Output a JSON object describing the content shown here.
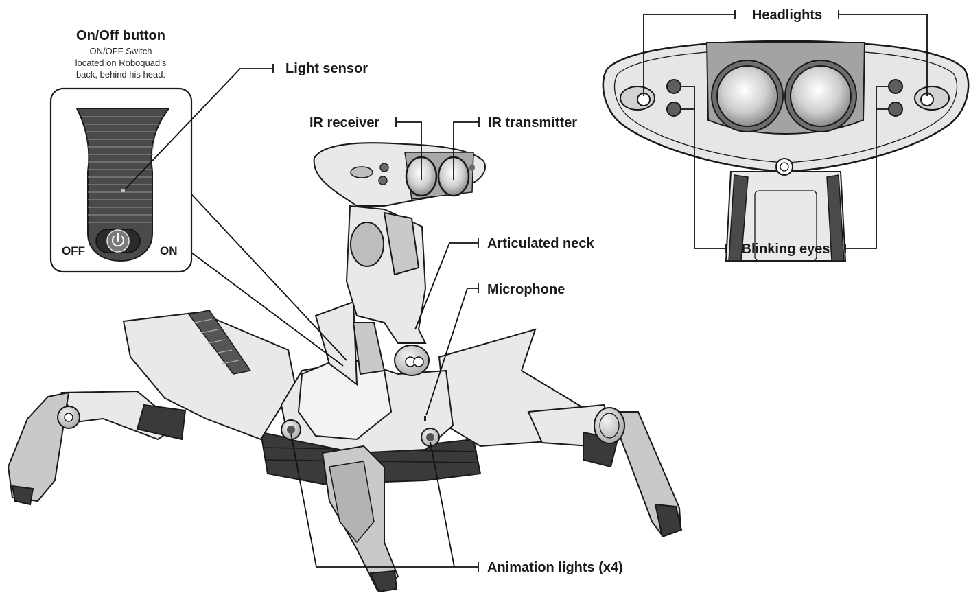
{
  "labels": {
    "on_off_title": "On/Off button",
    "on_off_desc_1": "ON/OFF Switch",
    "on_off_desc_2": "located on Roboquad’s",
    "on_off_desc_3": "back, behind his head.",
    "off": "OFF",
    "on": "ON",
    "light_sensor": "Light sensor",
    "ir_receiver": "IR receiver",
    "ir_transmitter": "IR transmitter",
    "articulated_neck": "Articulated neck",
    "microphone": "Microphone",
    "animation_lights": "Animation lights (x4)",
    "headlights": "Headlights",
    "blinking_eyes": "Blinking eyes"
  }
}
